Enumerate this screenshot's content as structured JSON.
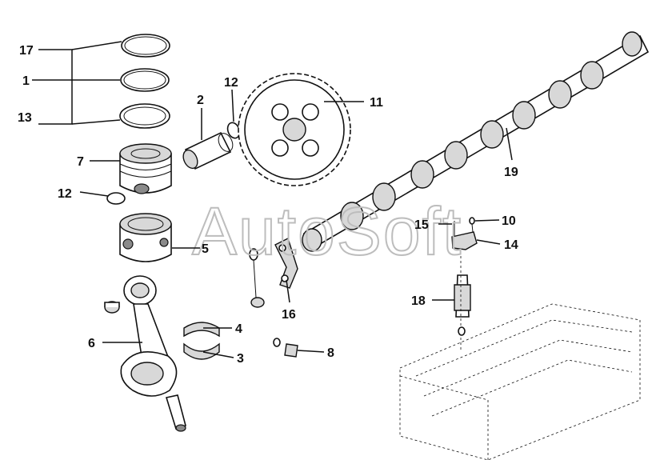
{
  "diagram": {
    "watermark": "AutoSoft",
    "callouts": [
      {
        "id": "c17",
        "label": "17"
      },
      {
        "id": "c1",
        "label": "1"
      },
      {
        "id": "c13",
        "label": "13"
      },
      {
        "id": "c7",
        "label": "7"
      },
      {
        "id": "c12a",
        "label": "12"
      },
      {
        "id": "c2",
        "label": "2"
      },
      {
        "id": "c12b",
        "label": "12"
      },
      {
        "id": "c11",
        "label": "11"
      },
      {
        "id": "c5",
        "label": "5"
      },
      {
        "id": "c6",
        "label": "6"
      },
      {
        "id": "c4",
        "label": "4"
      },
      {
        "id": "c3",
        "label": "3"
      },
      {
        "id": "c8",
        "label": "8"
      },
      {
        "id": "c16",
        "label": "16"
      },
      {
        "id": "c15",
        "label": "15"
      },
      {
        "id": "c10",
        "label": "10"
      },
      {
        "id": "c14",
        "label": "14"
      },
      {
        "id": "c18",
        "label": "18"
      },
      {
        "id": "c19",
        "label": "19"
      }
    ]
  }
}
